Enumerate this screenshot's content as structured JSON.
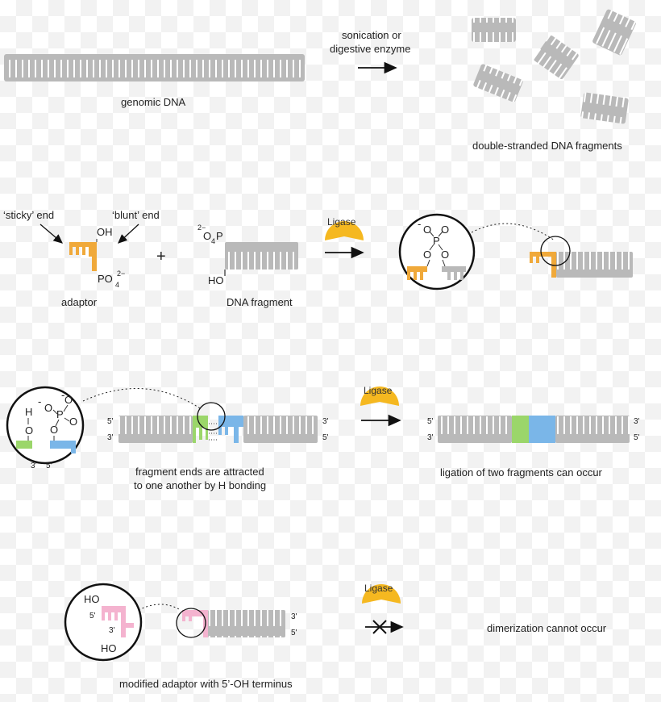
{
  "colors": {
    "dna": "#b9b9b9",
    "adaptor_orange": "#f0a93a",
    "ligase_yellow": "#f5b820",
    "hbond_green": "#9bd66a",
    "hbond_blue": "#7ab6e8",
    "modified_pink": "#f4b3cf"
  },
  "row1": {
    "genomic_label": "genomic DNA",
    "step_line1": "sonication or",
    "step_line2": "digestive enzyme",
    "fragments_label": "double-stranded DNA fragments"
  },
  "row2": {
    "sticky_label": "‘sticky’ end",
    "blunt_label": "‘blunt’ end",
    "oh": "OH",
    "po4": "PO",
    "po4_sub": "4",
    "po4_charge": "2−",
    "adaptor_label": "adaptor",
    "plus": "+",
    "frag_charge": "2−",
    "frag_o": "O",
    "frag_sub": "4",
    "frag_p": "P",
    "frag_ho": "HO",
    "fragment_label": "DNA fragment",
    "ligase": "Ligase",
    "minus": "-",
    "o": "O",
    "p": "P"
  },
  "row3": {
    "minus": "-",
    "o": "O",
    "p": "P",
    "h": "H",
    "end5": "5'",
    "end3": "3'",
    "label_line1": "fragment ends are attracted",
    "label_line2": "to one another by H bonding",
    "ligase": "Ligase",
    "result_label": "ligation of two fragments can occur"
  },
  "row4": {
    "ho": "HO",
    "end5": "5'",
    "end3": "3'",
    "ligase": "Ligase",
    "result_label": "dimerization cannot occur",
    "modified_label": "modified adaptor with 5’-OH terminus"
  }
}
